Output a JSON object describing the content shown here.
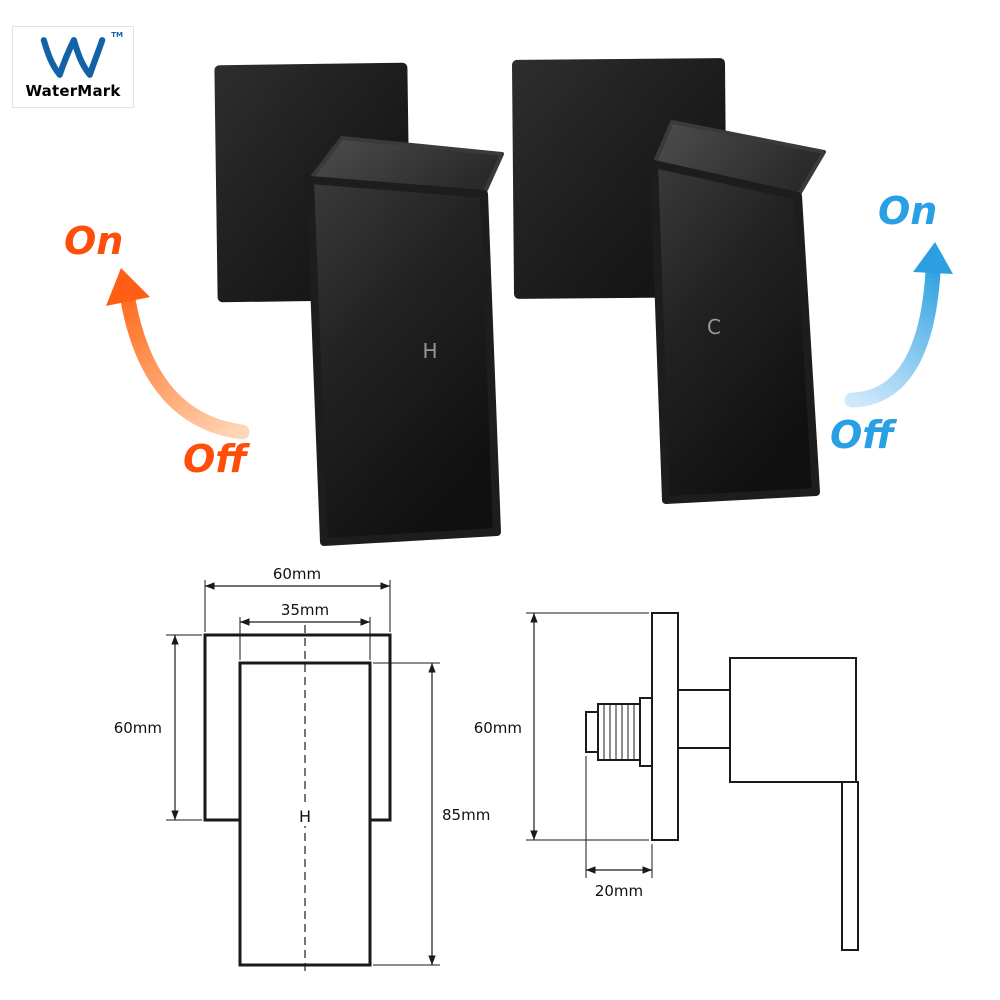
{
  "certification": {
    "name": "WaterMark",
    "tm": "TM"
  },
  "hot_tap": {
    "letter": "H",
    "on_label": "On",
    "off_label": "Off",
    "accent_color": "#ff4d0a"
  },
  "cold_tap": {
    "letter": "C",
    "on_label": "On",
    "off_label": "Off",
    "accent_color": "#2aa0e4"
  },
  "front_view": {
    "top_width": "60mm",
    "handle_width": "35mm",
    "plate_height": "60mm",
    "total_height": "85mm",
    "center_letter": "H"
  },
  "side_view": {
    "plate_height": "60mm",
    "cartridge_depth": "20mm"
  },
  "colors": {
    "logo_blue": "#1262a8",
    "tap_body": "#1d1d1d",
    "line_color": "#1a1a1a"
  }
}
